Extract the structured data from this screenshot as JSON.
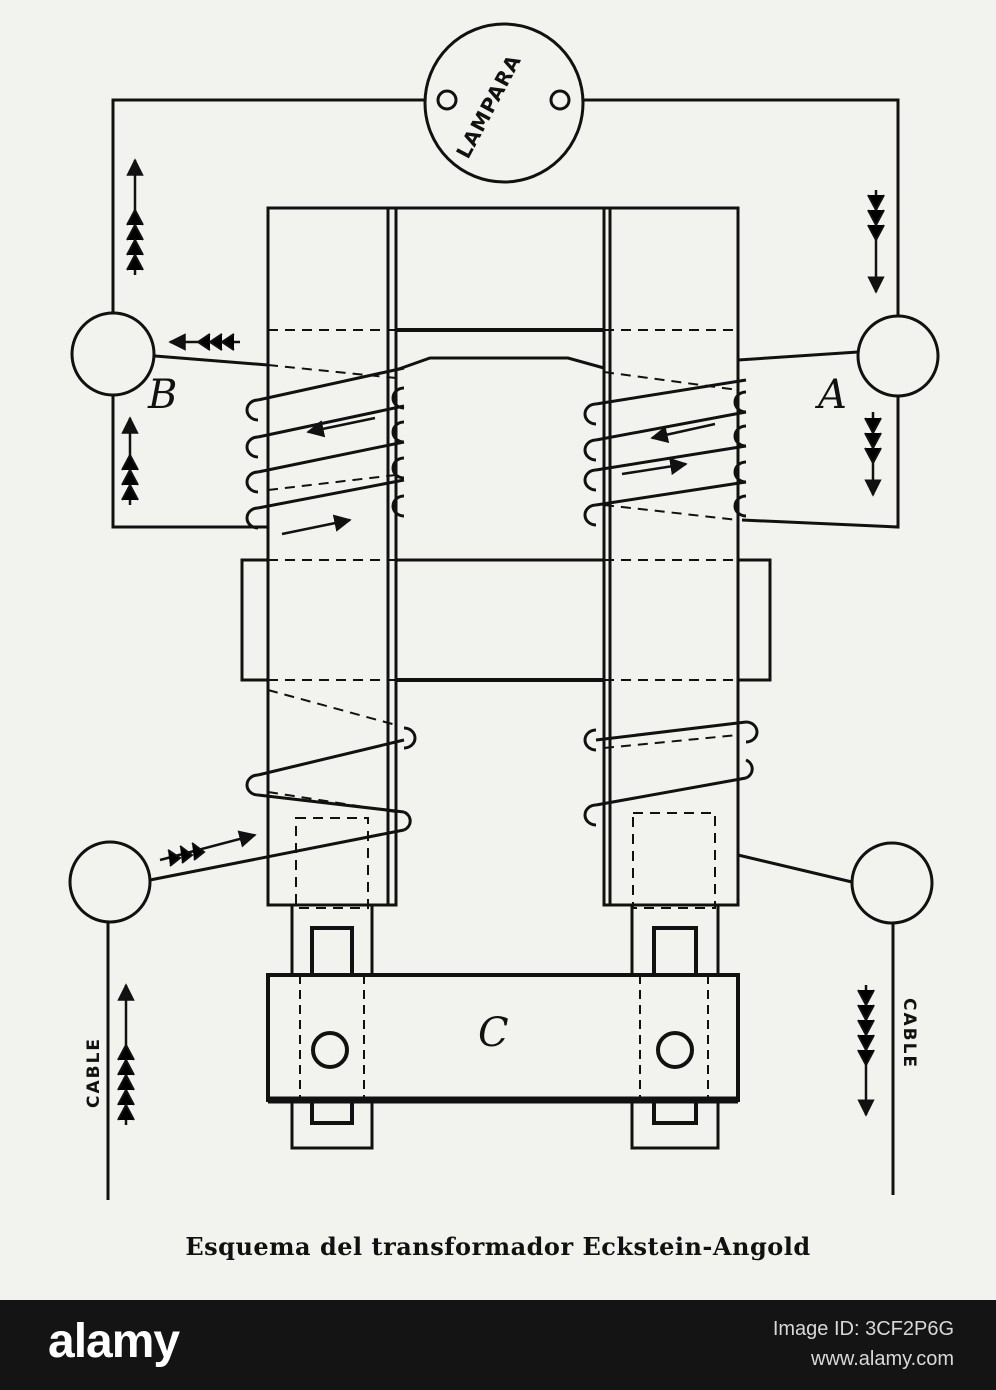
{
  "caption": "Esquema del transformador Eckstein-Angold",
  "labels": {
    "lamp": "LAMPARA",
    "terminal_a": "A",
    "terminal_b": "B",
    "yoke": "C",
    "cable_left": "CABLE",
    "cable_right": "CABLE"
  },
  "footer": {
    "brand": "alamy",
    "image_id": "Image ID: 3CF2P6G",
    "site": "www.alamy.com"
  },
  "colors": {
    "ink": "#111111",
    "paper": "#f2f2ef",
    "footer_bg": "#141414",
    "footer_text": "#ffffff"
  }
}
